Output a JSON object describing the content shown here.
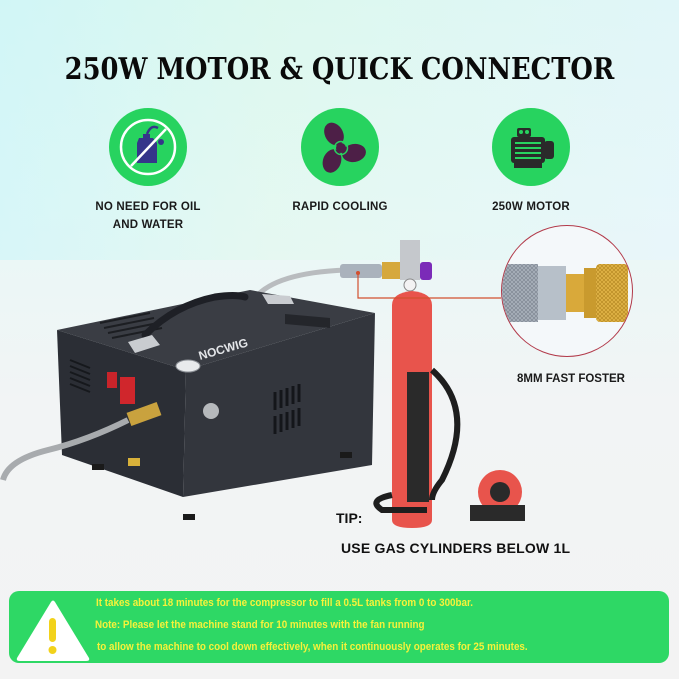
{
  "title": "250W MOTOR & QUICK CONNECTOR",
  "features": [
    {
      "icon": "no-oil-icon",
      "line1": "NO NEED FOR OIL",
      "line2": "AND WATER"
    },
    {
      "icon": "fan-icon",
      "line1": "RAPID COOLING",
      "line2": ""
    },
    {
      "icon": "motor-icon",
      "line1": "250W MOTOR",
      "line2": ""
    }
  ],
  "product": {
    "brand_logo_text": "NOCWIG",
    "connector_callout": "8MM FAST FOSTER"
  },
  "tip": {
    "label": "TIP:",
    "text": "USE GAS CYLINDERS BELOW 1L"
  },
  "notice": {
    "icon": "warning-icon",
    "lines": [
      "It takes about 18 minutes for the compressor to fill a 0.5L tanks from 0 to 300bar.",
      "Note: Please let the machine stand for 10 minutes with the fan running",
      "to allow the machine to cool down effectively,  when it continuously operates for 25 minutes."
    ]
  },
  "colors": {
    "feature_green": "#27d35f",
    "notice_green": "#2ed865",
    "notice_text": "#f7f23a",
    "cylinder_red": "#e8544c",
    "compressor_body": "#2e3138",
    "callout_line": "#d2502f",
    "callout_circle": "#b23a4a"
  }
}
